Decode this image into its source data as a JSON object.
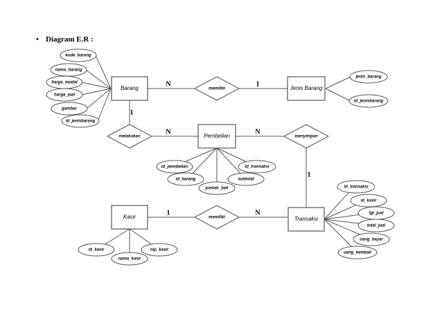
{
  "heading": {
    "bullet": "•",
    "text": "Diagram E.R :"
  },
  "entities": {
    "barang": "Barang",
    "jenis_barang": "Jenis Barang",
    "pembelian": "Pembelian",
    "kasir": "Kasir",
    "transaksi": "Transaksi"
  },
  "relationships": {
    "memiliki_top": "memiliki",
    "melakukan": "melakukan",
    "menyimpan": "menyimpan",
    "memiliki_bottom": "memiliki"
  },
  "attributes": {
    "barang": [
      "kode_barang",
      "nama_barang",
      "harga_modal",
      "harga_jual",
      "gambar",
      "id_jenisbarang"
    ],
    "jenis_barang": [
      "jenis_barang",
      "id_jenisbarang"
    ],
    "pembelian": [
      "id_pembelian",
      "id_barang",
      "jumlah_beli",
      "subtotal",
      "id_transaksi"
    ],
    "transaksi": [
      "id_transaksi",
      "id_kasir",
      "tgl_jual",
      "total_jual",
      "uang_bayar",
      "uang_kembali"
    ],
    "kasir": [
      "id_kasir",
      "nama_kasir",
      "nip_kasir"
    ]
  },
  "cardinalities": {
    "barang_memiliki": "N",
    "memiliki_jenis": "1",
    "barang_melakukan": "1",
    "melakukan_pembelian": "N",
    "pembelian_menyimpan": "N",
    "menyimpan_transaksi": "1",
    "kasir_memiliki": "1",
    "memiliki_transaksi": "N"
  },
  "colors": {
    "stroke": "#555555",
    "fill": "#ffffff",
    "text": "#000000"
  }
}
